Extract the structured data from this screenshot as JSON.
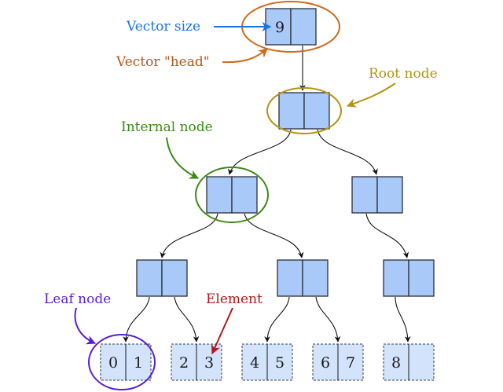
{
  "diagram": {
    "title": "Persistent vector trie structure",
    "head": {
      "size_value": "9"
    },
    "annotations": {
      "vector_size": {
        "text": "Vector size",
        "color": "#1a73e8"
      },
      "vector_head": {
        "text": "Vector \"head\"",
        "color": "#b5561d"
      },
      "root_node": {
        "text": "Root node",
        "color": "#b39312"
      },
      "internal_node": {
        "text": "Internal node",
        "color": "#3c8a16"
      },
      "leaf_node": {
        "text": "Leaf node",
        "color": "#5a1fd0"
      },
      "element": {
        "text": "Element",
        "color": "#b3171b"
      }
    },
    "leaves": [
      {
        "values": [
          "0",
          "1"
        ]
      },
      {
        "values": [
          "2",
          "3"
        ]
      },
      {
        "values": [
          "4",
          "5"
        ]
      },
      {
        "values": [
          "6",
          "7"
        ]
      },
      {
        "values": [
          "8",
          ""
        ]
      }
    ],
    "colors": {
      "node_fill": "#a9c9f9",
      "leaf_fill": "#d3e3fb",
      "edge": "#111111"
    }
  }
}
